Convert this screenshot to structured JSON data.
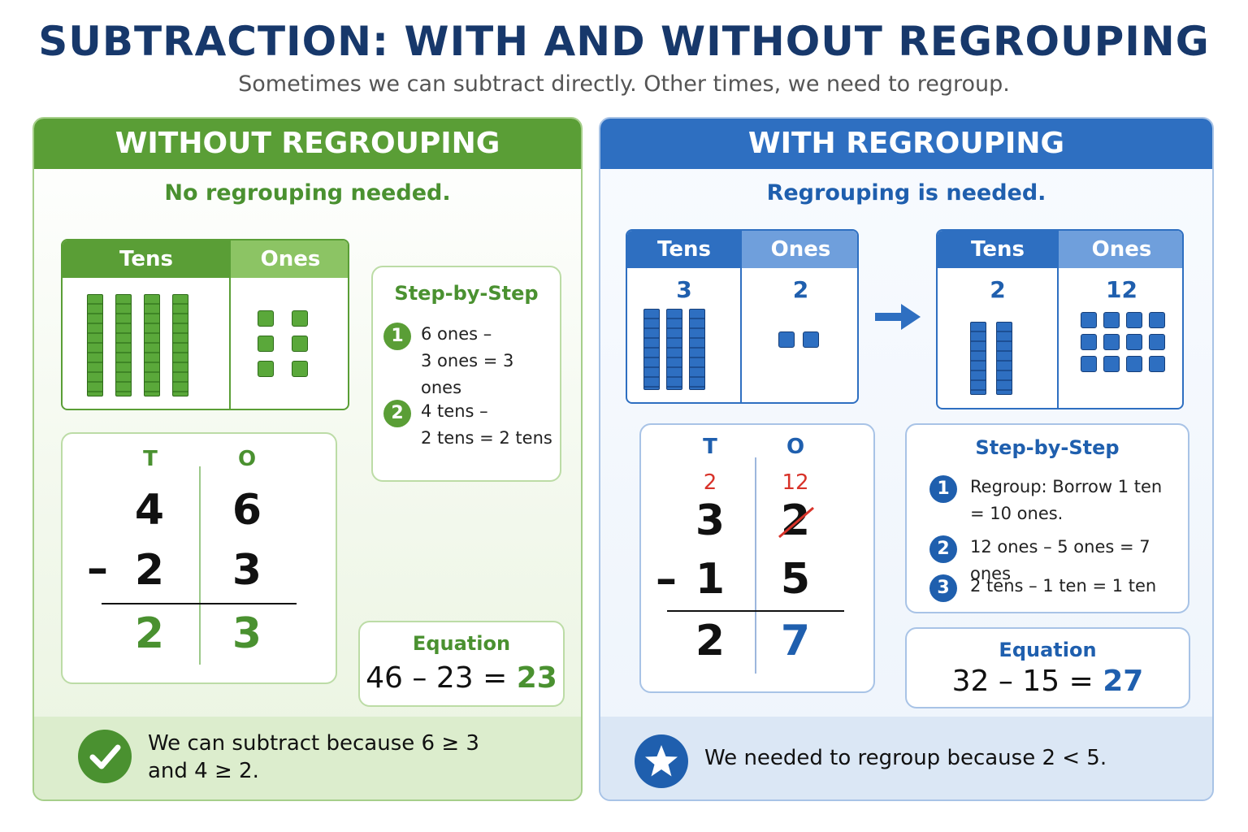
{
  "title": "SUBTRACTION: WITH AND WITHOUT REGROUPING",
  "subtitle": "Sometimes we can subtract directly. Other times, we need to regroup.",
  "colors": {
    "green": "#5a9e36",
    "blue": "#2e6fc1",
    "red": "#d8332a",
    "navy": "#17386b"
  },
  "left": {
    "header": "WITHOUT REGROUPING",
    "note": "No regrouping needed.",
    "pv": {
      "tens": "Tens",
      "ones": "Ones",
      "tens_rods": 4,
      "ones_units": 6
    },
    "steps": {
      "title": "Step-by-Step",
      "items": [
        {
          "num": "1",
          "line1": "6 ones –",
          "line2": "3 ones = 3 ones"
        },
        {
          "num": "2",
          "line1": "4 tens –",
          "line2": "2 tens = 2 tens"
        }
      ]
    },
    "vertical": {
      "t_label": "T",
      "o_label": "O",
      "top_t": "4",
      "top_o": "6",
      "minus": "–",
      "bot_t": "2",
      "bot_o": "3",
      "res_t": "2",
      "res_o": "3"
    },
    "equation": {
      "title": "Equation",
      "lhs": "46 – 23 =",
      "result": "23"
    },
    "footer": {
      "icon": "checkmark-icon",
      "line1": "We can subtract because 6 ≥ 3",
      "line2": "and 4 ≥ 2."
    }
  },
  "right": {
    "header": "WITH REGROUPING",
    "note": "Regrouping is needed.",
    "pv_before": {
      "tens": "Tens",
      "ones": "Ones",
      "tens_value": "3",
      "ones_value": "2",
      "tens_rods": 3,
      "ones_units": 2
    },
    "pv_after": {
      "tens": "Tens",
      "ones": "Ones",
      "tens_value": "2",
      "ones_value": "12",
      "tens_rods": 2,
      "ones_units": 12
    },
    "arrow": "arrow-right-icon",
    "vertical": {
      "t_label": "T",
      "o_label": "O",
      "regroup_t": "2",
      "regroup_o": "12",
      "top_t": "3",
      "top_o": "2",
      "minus": "–",
      "bot_t": "1",
      "bot_o": "5",
      "res_t": "2",
      "res_o": "7"
    },
    "steps": {
      "title": "Step-by-Step",
      "items": [
        {
          "num": "1",
          "line1": "Regroup: Borrow 1 ten",
          "line2": "= 10 ones."
        },
        {
          "num": "2",
          "line1": "12 ones – 5 ones = 7 ones",
          "line2": ""
        },
        {
          "num": "3",
          "line1": "2 tens – 1 ten = 1 ten",
          "line2": ""
        }
      ]
    },
    "equation": {
      "title": "Equation",
      "lhs": "32 – 15 =",
      "result": "27"
    },
    "footer": {
      "icon": "star-icon",
      "line1": "We needed to regroup because 2 < 5."
    }
  }
}
